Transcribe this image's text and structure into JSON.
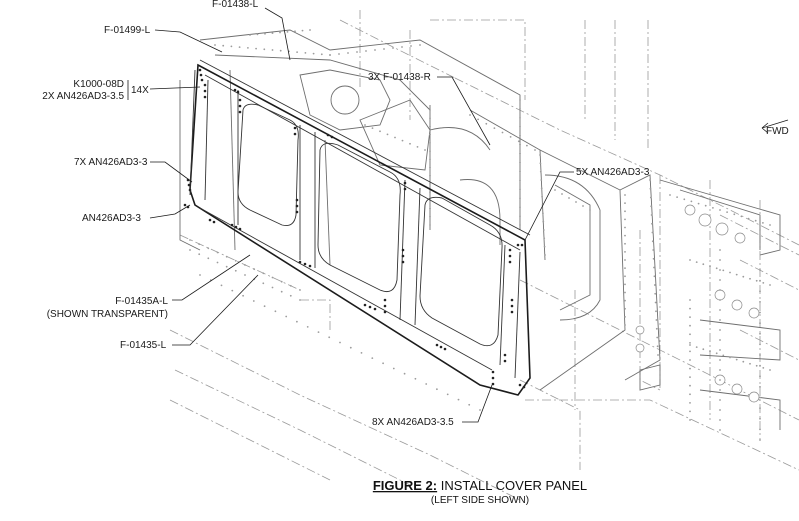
{
  "labels": {
    "f01438l": "F-01438-L",
    "f01499l": "F-01499-L",
    "k1000": "K1000-08D",
    "an426_2x": "2X AN426AD3-3.5",
    "qty14": "14X",
    "f01438r": "3X F-01438-R",
    "fwd": "FWD",
    "an426_7x": "7X AN426AD3-3",
    "an426_5x": "5X AN426AD3-3",
    "an426_single": "AN426AD3-3",
    "f01435a": "F-01435A-L",
    "shown_transparent": "(SHOWN TRANSPARENT)",
    "f01435l": "F-01435-L",
    "an426_8x": "8X AN426AD3-3.5"
  },
  "caption": {
    "figure": "FIGURE 2:",
    "title": " INSTALL COVER PANEL",
    "subtitle": "(LEFT SIDE SHOWN)"
  }
}
